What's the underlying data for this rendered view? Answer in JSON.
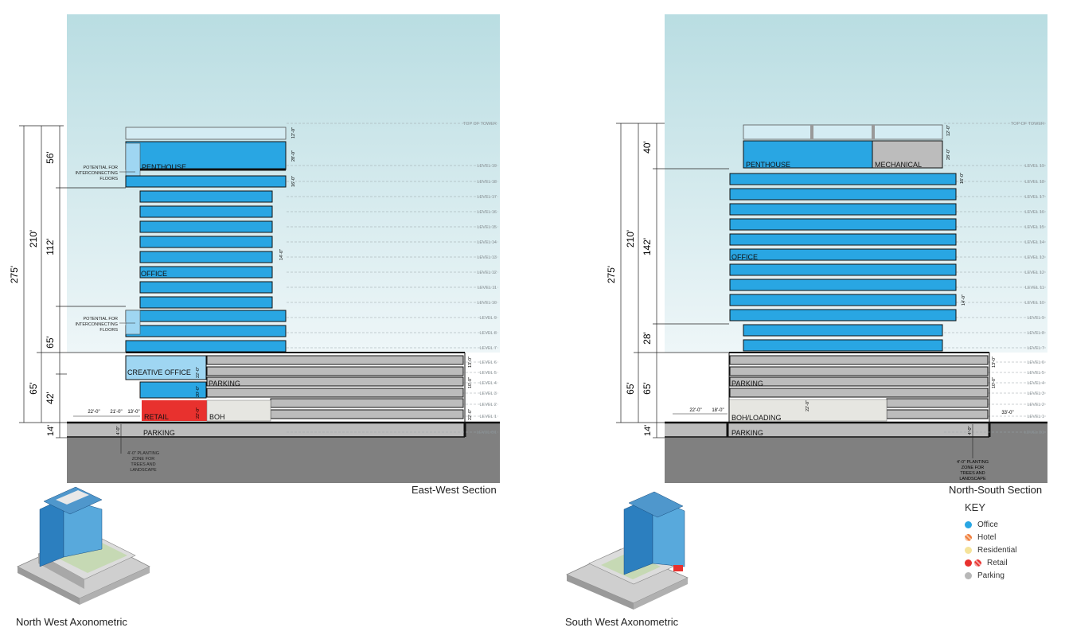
{
  "levels": [
    "TOP OF TOWER",
    "LEVEL 19",
    "LEVEL 18",
    "LEVEL 17",
    "LEVEL 16",
    "LEVEL 15",
    "LEVEL 14",
    "LEVEL 13",
    "LEVEL 12",
    "LEVEL 11",
    "LEVEL 10",
    "LEVEL 9",
    "LEVEL 8",
    "LEVEL 7",
    "LEVEL 6",
    "LEVEL 5",
    "LEVEL 4",
    "LEVEL 3",
    "LEVEL 2",
    "LEVEL 1",
    "LEVEL B1"
  ],
  "east_west": {
    "caption": "East-West Section",
    "labels": {
      "penthouse": "PENTHOUSE",
      "office": "OFFICE",
      "creative_office": "CREATIVE OFFICE",
      "parking_upper": "PARKING",
      "retail": "RETAIL",
      "boh": "BOH",
      "parking_below": "PARKING",
      "potential_1": [
        "POTENTIAL FOR",
        "INTERCONNECTING",
        "FLOORS"
      ],
      "potential_2": [
        "POTENTIAL FOR",
        "INTERCONNECTING",
        "FLOORS"
      ],
      "planting": [
        "4'-0\" PLANTING",
        "ZONE FOR",
        "TREES AND",
        "LANDSCAPE"
      ]
    },
    "dims_left": {
      "total": "275'",
      "d210": "210'",
      "d56": "56'",
      "d112": "112'",
      "d65a": "65'",
      "d65b": "65'",
      "d42": "42'",
      "d14": "14'"
    },
    "dims_small": {
      "a": "22'-0\"",
      "b": "21'-0\"",
      "c": "13'-0\"",
      "d": "22'-0\"",
      "e": "20'-0\"",
      "f": "22'-0\"",
      "g": "14'-0\"",
      "h": "28'-0\"",
      "i": "16'-0\"",
      "j": "12'-0\"",
      "k": "13'-0\"",
      "l": "10'-0\"",
      "m": "22'-0\"",
      "n": "4'-0\""
    }
  },
  "north_south": {
    "caption": "North-South Section",
    "labels": {
      "penthouse": "PENTHOUSE",
      "mechanical": "MECHANICAL",
      "office": "OFFICE",
      "parking_upper": "PARKING",
      "boh_loading": "BOH/LOADING",
      "parking_below": "PARKING",
      "planting": [
        "4'-0\" PLANTING",
        "ZONE FOR",
        "TREES AND",
        "LANDSCAPE"
      ]
    },
    "dims_left": {
      "total": "275'",
      "d210": "210'",
      "d40": "40'",
      "d142": "142'",
      "d28": "28'",
      "d65a": "65'",
      "d65b": "65'",
      "d14": "14'"
    },
    "dims_small": {
      "a": "22'-0\"",
      "b": "18'-0\"",
      "c": "22'-0\"",
      "d": "33'-0\"",
      "e": "14'-0\"",
      "f": "28'-0\"",
      "g": "16'-0\"",
      "h": "13'-0\"",
      "i": "10'-0\"",
      "j": "12'-0\"",
      "k": "4'-0\""
    }
  },
  "captions": {
    "nw": "North West Axonometric",
    "sw": "South West Axonometric"
  },
  "key": {
    "title": "KEY",
    "items": [
      {
        "label": "Office",
        "color": "#29a6e3"
      },
      {
        "label": "Hotel",
        "color": "#f07a3a"
      },
      {
        "label": "Residential",
        "color": "#f5e39a"
      },
      {
        "label": "Retail",
        "color": "#e8312e"
      },
      {
        "label": "Parking",
        "color": "#b8b8b8"
      }
    ]
  }
}
